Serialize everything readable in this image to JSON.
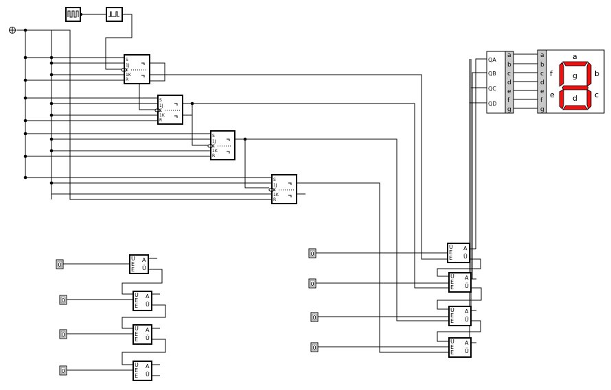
{
  "circuit": {
    "flipflop_pins": [
      "S",
      "1J",
      "C",
      "1K",
      "R"
    ],
    "adder_inputs": [
      "Ü",
      "E",
      "E"
    ],
    "adder_outputs": [
      "A",
      "Ü"
    ],
    "input_value": "0",
    "decoder_inputs": [
      "QA",
      "QB",
      "QC",
      "QD"
    ],
    "decoder_outputs": [
      "a",
      "b",
      "c",
      "d",
      "e",
      "f",
      "g"
    ],
    "display_pins": [
      "a",
      "b",
      "c",
      "d",
      "e",
      "f",
      "g"
    ],
    "display_labels": {
      "a": "a",
      "b": "b",
      "c": "c",
      "d": "d",
      "e": "e",
      "f": "f",
      "g": "g"
    },
    "colors": {
      "segment_on": "#ee1111",
      "segment_off": "#ffffff",
      "wire": "#000000",
      "pin_block": "#c8c8c8"
    }
  }
}
